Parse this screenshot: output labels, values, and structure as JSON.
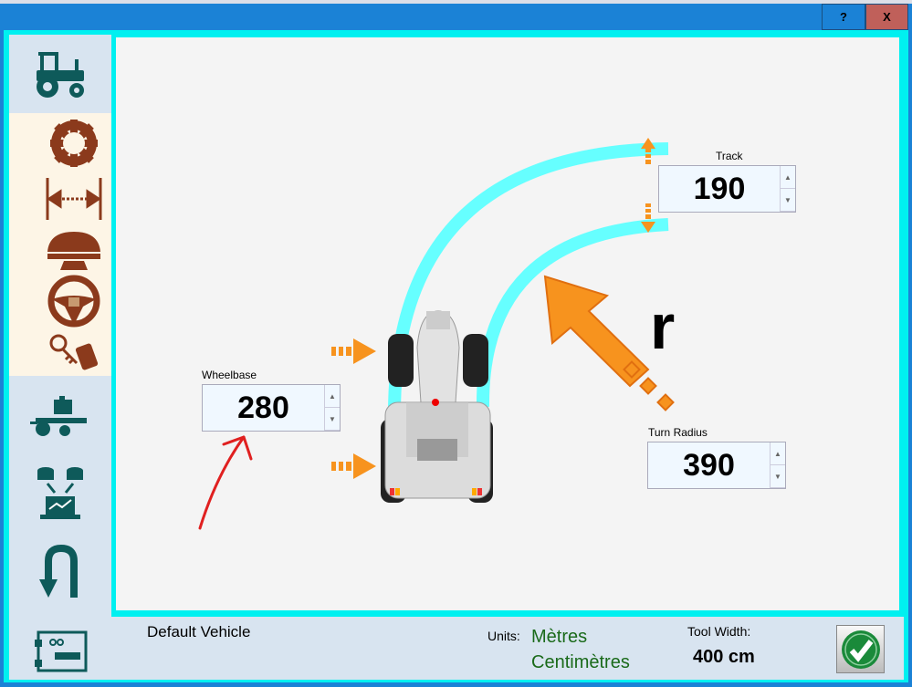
{
  "titlebar": {
    "help_label": "?",
    "close_label": "X"
  },
  "main": {
    "track": {
      "label": "Track",
      "value": "190"
    },
    "wheelbase": {
      "label": "Wheelbase",
      "value": "280"
    },
    "turn_radius": {
      "label": "Turn Radius",
      "value": "390"
    },
    "radius_symbol": "r"
  },
  "footer": {
    "vehicle_name": "Default Vehicle",
    "units_label": "Units:",
    "unit_primary": "Mètres",
    "unit_secondary": "Centimètres",
    "tool_width_label": "Tool Width:",
    "tool_width_value": "400 cm"
  },
  "colors": {
    "accent": "#00f0f0",
    "title": "#1b82d6",
    "icon": "#0e5a5a",
    "sub_icon": "#8b3a1c",
    "orange": "#f7931e"
  }
}
